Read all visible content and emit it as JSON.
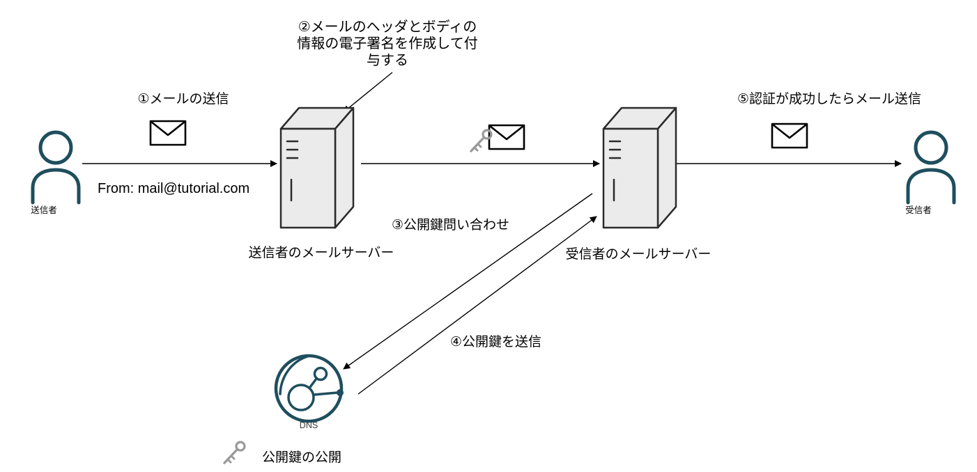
{
  "diagram": {
    "people": {
      "sender": "送信者",
      "receiver": "受信者"
    },
    "servers": {
      "sender": "送信者のメールサーバー",
      "receiver": "受信者のメールサーバー"
    },
    "dns_label": "DNS",
    "steps": {
      "step1": "①メールの送信",
      "step2_lines": [
        "②メールのヘッダとボディの",
        "情報の電子署名を作成して付",
        "与する"
      ],
      "step3": "③公開鍵問い合わせ",
      "step4": "④公開鍵を送信",
      "step5": "⑤認証が成功したらメール送信"
    },
    "from_address": "From: mail@tutorial.com",
    "public_key_note": "公開鍵の公開"
  },
  "colors": {
    "person": "#1f4e5e",
    "globe": "#1f4e5e",
    "server_fill": "#ebebeb",
    "server_stroke": "#2b2b2b",
    "key": "#9a9a9a",
    "arrow": "#000000",
    "text": "#000000"
  }
}
